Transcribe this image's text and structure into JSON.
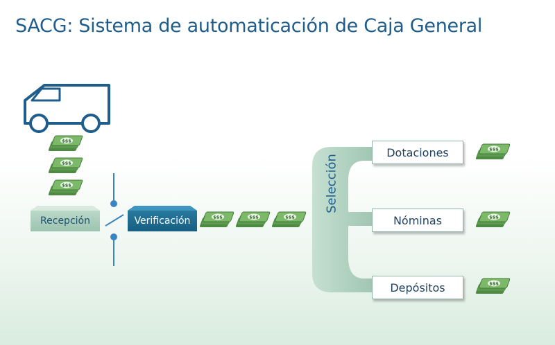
{
  "title": "SACG: Sistema de automaticación de Caja General",
  "stages": {
    "reception": "Recepción",
    "verification": "Verificación",
    "selection": "Selección"
  },
  "outputs": [
    "Dotaciones",
    "Nóminas",
    "Depósitos"
  ],
  "money_symbol": "$$$",
  "colors": {
    "title": "#1f5e8c",
    "truck_stroke": "#1f5e8c",
    "reception_fill": "#a9cdbd",
    "verification_fill": "#1e6a8f",
    "selection_fill": "#a7cbb8",
    "money_green": "#6faa5e",
    "switch": "#3a85c0"
  }
}
